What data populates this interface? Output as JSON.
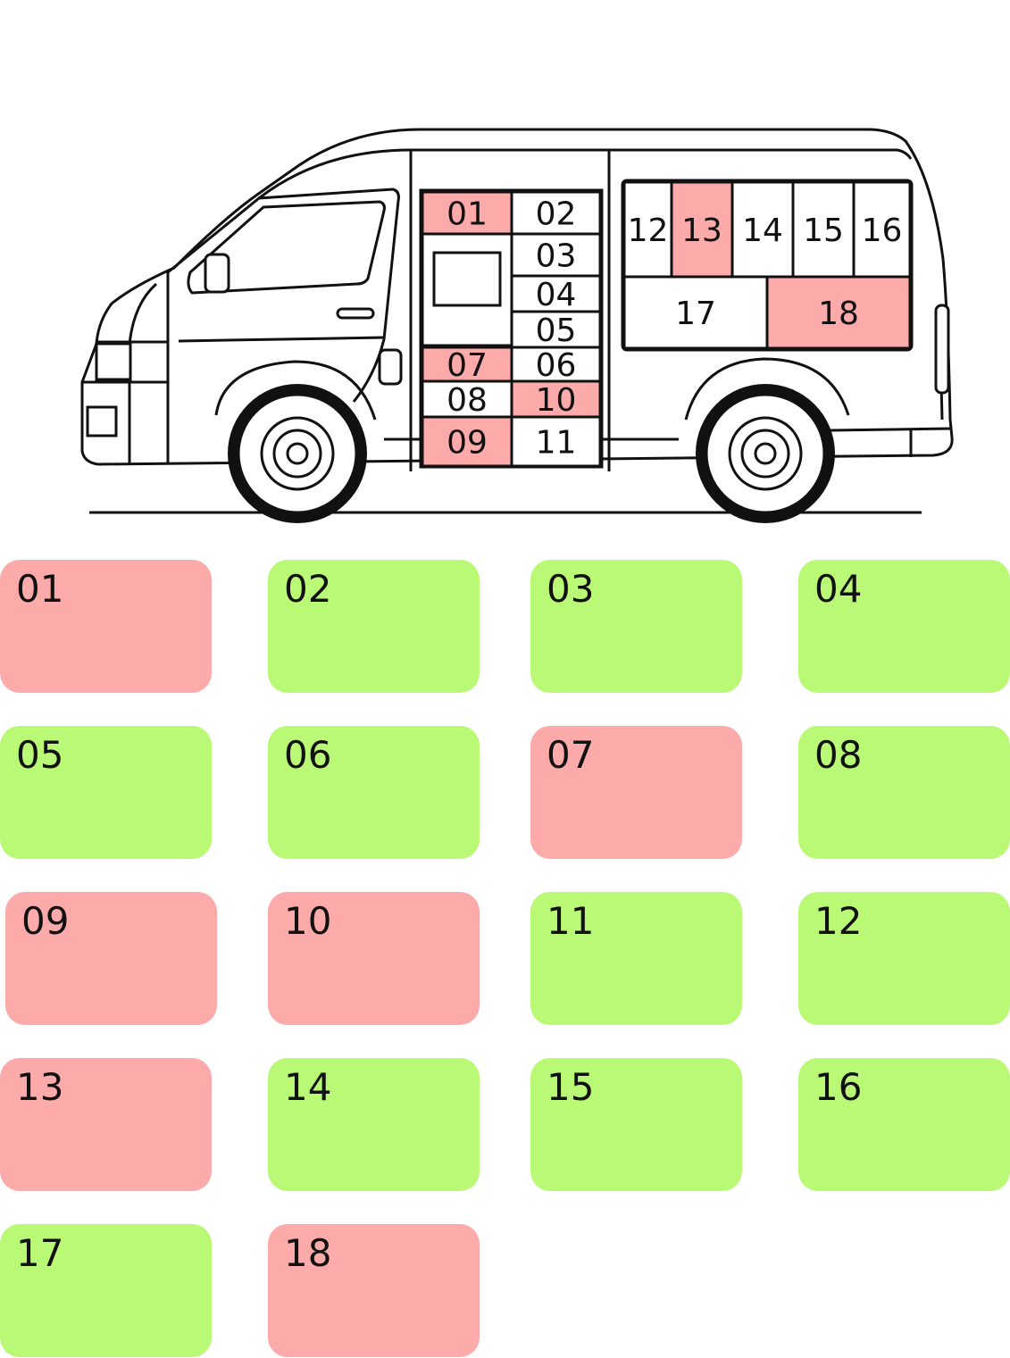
{
  "colors": {
    "occupied": "#FCAAAA",
    "free": "#BAF976",
    "empty": "#FFFFFF",
    "line": "#111111"
  },
  "van": {
    "front_cabinet": [
      {
        "id": "01",
        "status": "occupied"
      },
      {
        "id": "02",
        "status": "free"
      },
      {
        "id": "03",
        "status": "free"
      },
      {
        "id": "04",
        "status": "free"
      },
      {
        "id": "05",
        "status": "free"
      },
      {
        "id": "06",
        "status": "free"
      },
      {
        "id": "07",
        "status": "occupied"
      },
      {
        "id": "08",
        "status": "free"
      },
      {
        "id": "09",
        "status": "occupied"
      },
      {
        "id": "10",
        "status": "occupied"
      },
      {
        "id": "11",
        "status": "free"
      }
    ],
    "rear_cabinet": [
      {
        "id": "12",
        "status": "free"
      },
      {
        "id": "13",
        "status": "occupied"
      },
      {
        "id": "14",
        "status": "free"
      },
      {
        "id": "15",
        "status": "free"
      },
      {
        "id": "16",
        "status": "free"
      },
      {
        "id": "17",
        "status": "free"
      },
      {
        "id": "18",
        "status": "occupied"
      }
    ]
  },
  "tiles": [
    {
      "id": "01",
      "status": "occupied"
    },
    {
      "id": "02",
      "status": "free"
    },
    {
      "id": "03",
      "status": "free"
    },
    {
      "id": "04",
      "status": "free"
    },
    {
      "id": "05",
      "status": "free"
    },
    {
      "id": "06",
      "status": "free"
    },
    {
      "id": "07",
      "status": "occupied"
    },
    {
      "id": "08",
      "status": "free"
    },
    {
      "id": "09",
      "status": "occupied"
    },
    {
      "id": "10",
      "status": "occupied"
    },
    {
      "id": "11",
      "status": "free"
    },
    {
      "id": "12",
      "status": "free"
    },
    {
      "id": "13",
      "status": "occupied"
    },
    {
      "id": "14",
      "status": "free"
    },
    {
      "id": "15",
      "status": "free"
    },
    {
      "id": "16",
      "status": "free"
    },
    {
      "id": "17",
      "status": "free"
    },
    {
      "id": "18",
      "status": "occupied"
    }
  ]
}
